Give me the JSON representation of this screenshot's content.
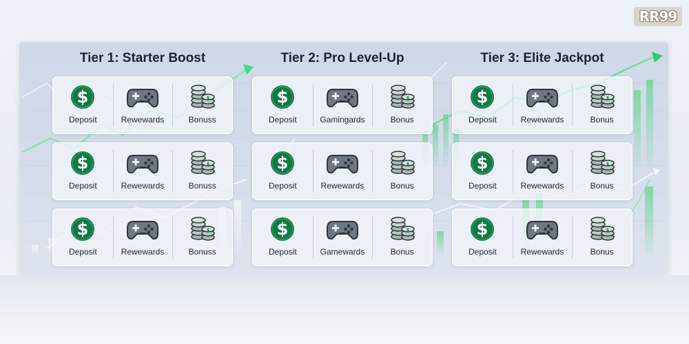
{
  "brand": {
    "logo_text": "RR99"
  },
  "colors": {
    "green": "#0f7a45",
    "accent_green": "#2ecc71",
    "title": "#1c2230"
  },
  "tiers": [
    {
      "title": "Tier 1: Starter Boost",
      "rows": [
        {
          "deposit": "Deposit",
          "rewards": "Rewewards",
          "bonus": "Bonuss"
        },
        {
          "deposit": "Deposit",
          "rewards": "Rewewards",
          "bonus": "Bonuss"
        },
        {
          "deposit": "Deposit",
          "rewards": "Rewewards",
          "bonus": "Bonuss"
        }
      ]
    },
    {
      "title": "Tier 2: Pro Level-Up",
      "rows": [
        {
          "deposit": "Deposit",
          "rewards": "Gamingards",
          "bonus": "Bonus"
        },
        {
          "deposit": "Deposit",
          "rewards": "Rewewards",
          "bonus": "Bonus"
        },
        {
          "deposit": "Deposit",
          "rewards": "Gamewards",
          "bonus": "Bonus"
        }
      ]
    },
    {
      "title": "Tier 3: Elite Jackpot",
      "rows": [
        {
          "deposit": "Deposit",
          "rewards": "Rewewards",
          "bonus": "Bonus"
        },
        {
          "deposit": "Deposit",
          "rewards": "Rewewards",
          "bonus": "Bonus"
        },
        {
          "deposit": "Deposit",
          "rewards": "Rewewards",
          "bonus": "Bonus"
        }
      ]
    }
  ],
  "icons": {
    "deposit": "dollar-coin-icon",
    "rewards": "gamepad-icon",
    "bonus": "coin-stack-icon"
  }
}
